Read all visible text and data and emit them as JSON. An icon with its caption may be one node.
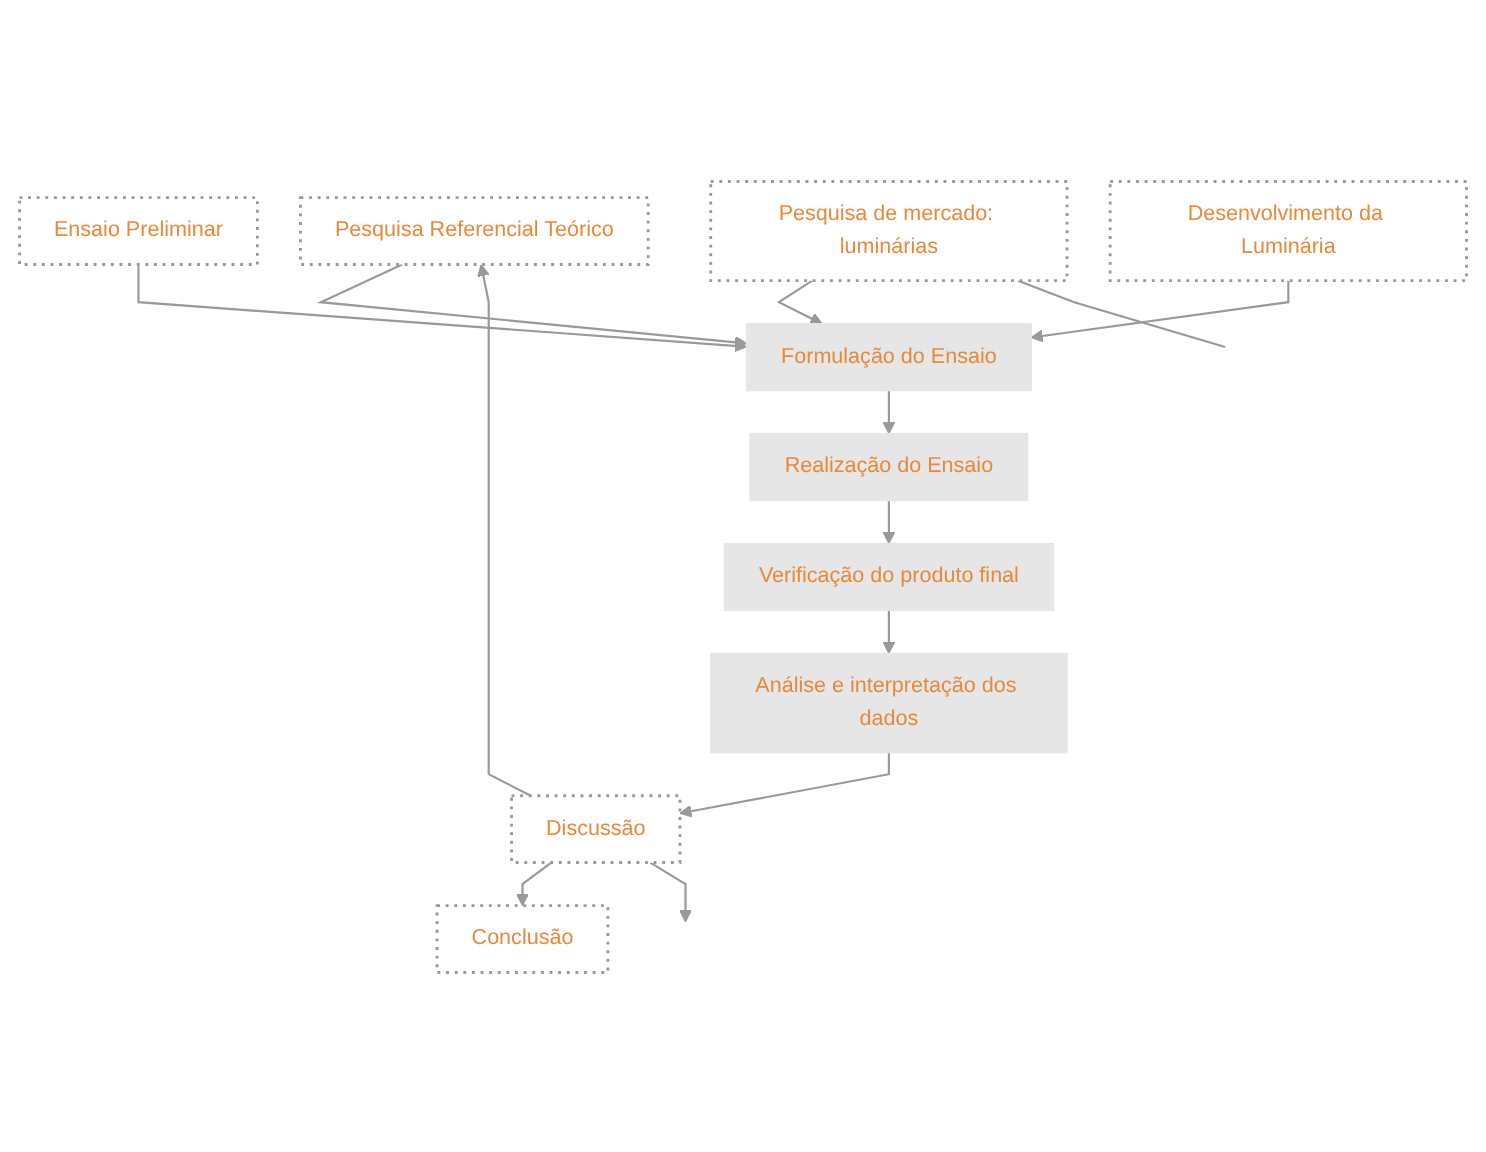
{
  "diagram": {
    "nodes": [
      {
        "text": [
          "Pesquisa Referencial Teórico"
        ]
      },
      {
        "text": [
          "Pesquisa de mercado: luminárias"
        ]
      },
      {
        "text": [
          "Formulação do Ensaio"
        ]
      },
      {
        "text": [
          "Ensaio Preliminar"
        ]
      },
      {
        "text": [
          "Desenvolvimento da Luminária"
        ]
      },
      {
        "text": [
          "Realização do Ensaio"
        ]
      },
      {
        "text": [
          "Verificação do produto final"
        ]
      },
      {
        "text": [
          "Análise e interpretação dos dados"
        ]
      },
      {
        "text": [
          "Discussão"
        ]
      },
      {
        "text": [
          "Conclusão"
        ]
      }
    ],
    "edges": [
      {
        "from": 0,
        "to": 2,
        "arrow": "to"
      },
      {
        "from": 1,
        "to": 2,
        "arrow": "to"
      },
      {
        "from": 3,
        "to": 2,
        "arrow": "to"
      },
      {
        "from": 4,
        "to": 2,
        "arrow": "to"
      },
      {
        "from": 2,
        "to": 5,
        "arrow": "to"
      },
      {
        "from": 5,
        "to": 6,
        "arrow": "to"
      },
      {
        "from": 6,
        "to": 7,
        "arrow": "to"
      },
      {
        "from": 7,
        "to": 8,
        "arrow": "to"
      },
      {
        "from": 8,
        "to": 9,
        "arrow": "to"
      },
      {
        "from": 8,
        "to": 0,
        "arrow": "to"
      },
      {
        "from": 8,
        "to": null,
        "arrow": "to"
      },
      {
        "from": 1,
        "to": null,
        "arrow": "none"
      }
    ]
  }
}
